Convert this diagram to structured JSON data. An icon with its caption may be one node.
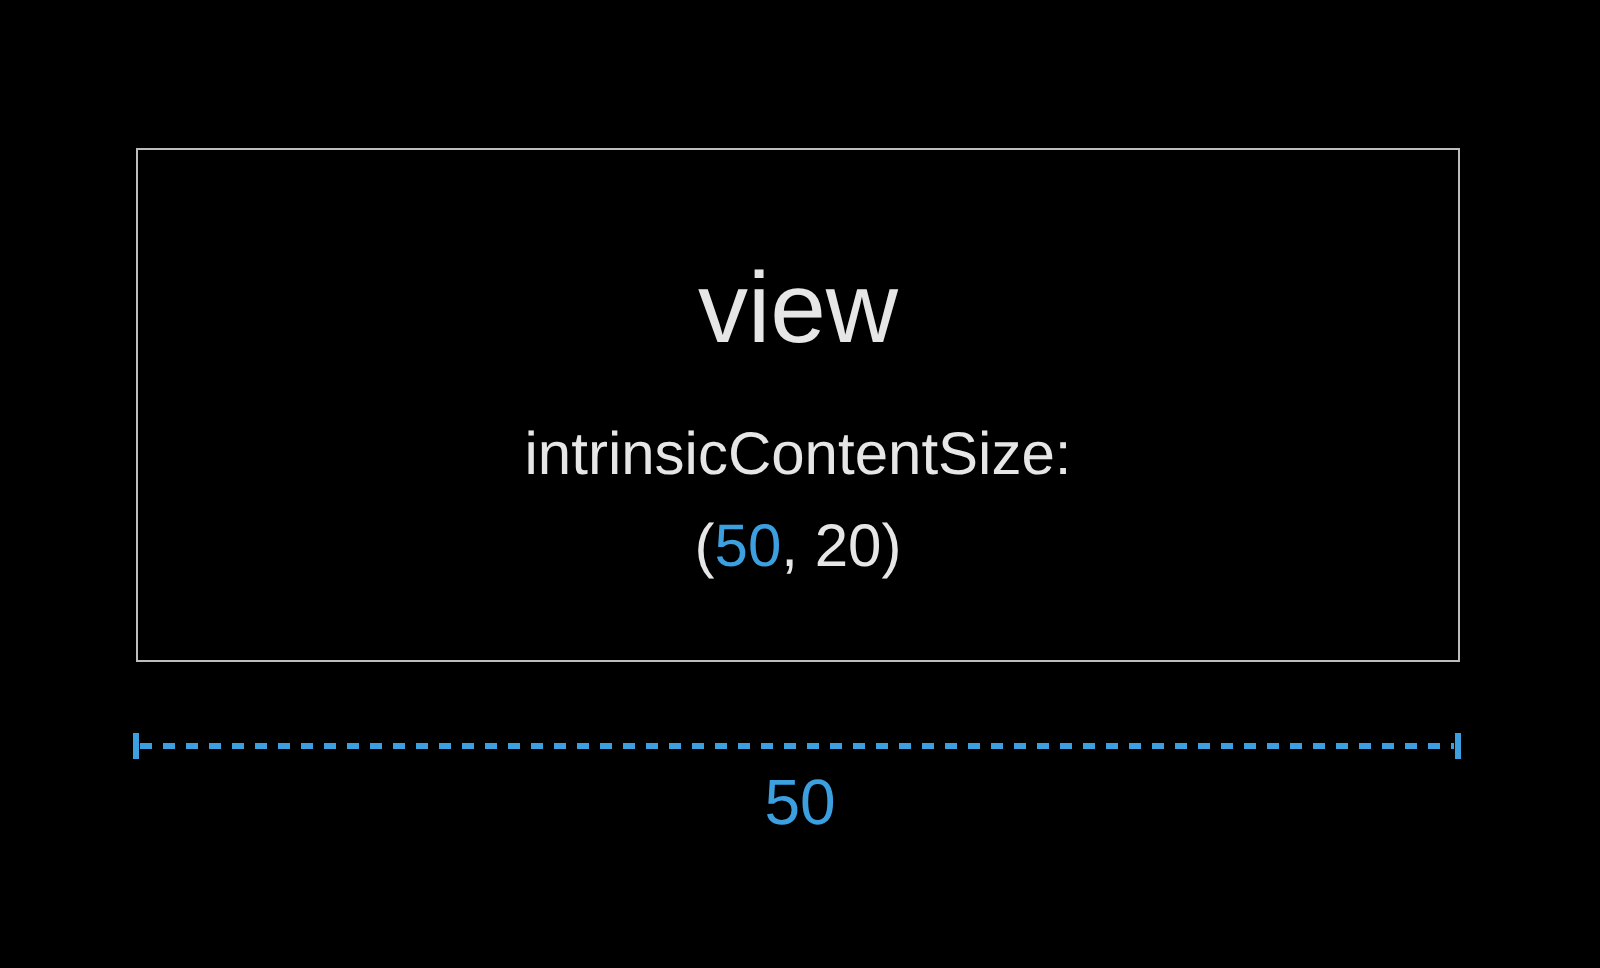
{
  "diagram": {
    "nodes": [
      {
        "text": [
          "view",
          "intrinsicContentSize: (**50**, 20)"
        ]
      }
    ],
    "labels": [
      "50"
    ]
  }
}
